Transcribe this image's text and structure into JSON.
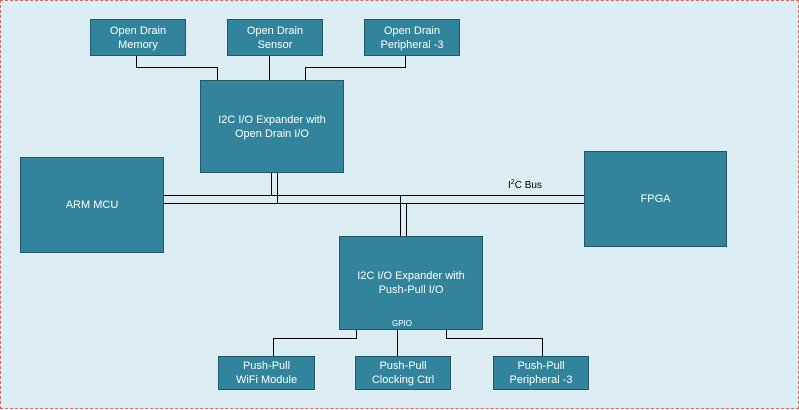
{
  "diagram": {
    "open_drain_memory": {
      "line1": "Open Drain",
      "line2": "Memory"
    },
    "open_drain_sensor": {
      "line1": "Open Drain",
      "line2": "Sensor"
    },
    "open_drain_peripheral": {
      "line1": "Open Drain",
      "line2": "Peripheral -3"
    },
    "expander_open_drain": {
      "line1": "I2C I/O Expander with",
      "line2": "Open Drain I/O"
    },
    "arm_mcu": {
      "label": "ARM MCU"
    },
    "fpga": {
      "label": "FPGA"
    },
    "expander_push_pull": {
      "line1": "I2C I/O Expander with",
      "line2": "Push-Pull I/O",
      "gpio": "GPIO"
    },
    "push_pull_wifi": {
      "line1": "Push-Pull",
      "line2": "WiFi Module"
    },
    "push_pull_clocking": {
      "line1": "Push-Pull",
      "line2": "Clocking Ctrl"
    },
    "push_pull_peripheral": {
      "line1": "Push-Pull",
      "line2": "Peripheral -3"
    },
    "bus": {
      "prefix": "I",
      "sup": "2",
      "suffix": "C Bus"
    },
    "colors": {
      "block": "#31849b",
      "block_border": "#215867",
      "background": "#dcedf3",
      "wire": "#000000"
    }
  }
}
